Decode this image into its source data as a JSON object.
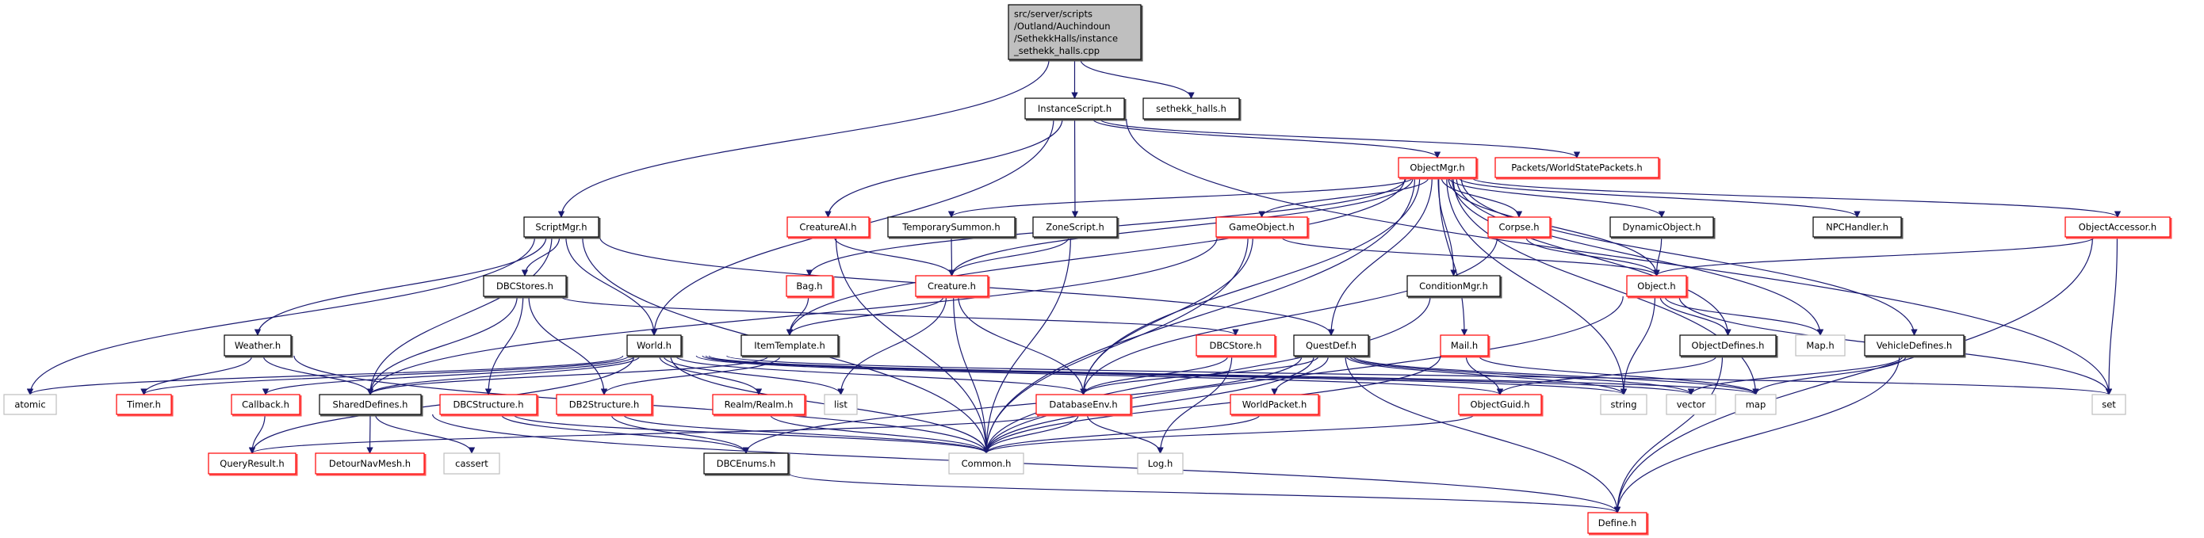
{
  "graph": {
    "colors": {
      "edge": "#191970",
      "red": "#ff0000",
      "black": "#000000",
      "gray": "#bfbfbf",
      "root_fill": "#bfbfbf"
    },
    "nodes": [
      {
        "id": "root",
        "label": [
          "src/server/scripts",
          "/Outland/Auchindoun",
          "/SethekkHalls/instance",
          "_sethekk_halls.cpp"
        ],
        "style": "root"
      },
      {
        "id": "instancescript",
        "label": "InstanceScript.h",
        "style": "black"
      },
      {
        "id": "sethekk",
        "label": "sethekk_halls.h",
        "style": "black"
      },
      {
        "id": "scriptmgr",
        "label": "ScriptMgr.h",
        "style": "black"
      },
      {
        "id": "creatureai",
        "label": "CreatureAI.h",
        "style": "red"
      },
      {
        "id": "tempsummon",
        "label": "TemporarySummon.h",
        "style": "black"
      },
      {
        "id": "zonescript",
        "label": "ZoneScript.h",
        "style": "black"
      },
      {
        "id": "objectmgr",
        "label": "ObjectMgr.h",
        "style": "red"
      },
      {
        "id": "packets",
        "label": "Packets/WorldStatePackets.h",
        "style": "red"
      },
      {
        "id": "gameobject",
        "label": "GameObject.h",
        "style": "red"
      },
      {
        "id": "corpse",
        "label": "Corpse.h",
        "style": "red"
      },
      {
        "id": "dynamicobject",
        "label": "DynamicObject.h",
        "style": "black"
      },
      {
        "id": "npchandler",
        "label": "NPCHandler.h",
        "style": "black"
      },
      {
        "id": "objectaccessor",
        "label": "ObjectAccessor.h",
        "style": "red"
      },
      {
        "id": "dbcstores",
        "label": "DBCStores.h",
        "style": "black"
      },
      {
        "id": "bag",
        "label": "Bag.h",
        "style": "red"
      },
      {
        "id": "creature",
        "label": "Creature.h",
        "style": "red"
      },
      {
        "id": "conditionmgr",
        "label": "ConditionMgr.h",
        "style": "black"
      },
      {
        "id": "object",
        "label": "Object.h",
        "style": "red"
      },
      {
        "id": "weather",
        "label": "Weather.h",
        "style": "black"
      },
      {
        "id": "world",
        "label": "World.h",
        "style": "black"
      },
      {
        "id": "itemtemplate",
        "label": "ItemTemplate.h",
        "style": "black"
      },
      {
        "id": "dbcstore",
        "label": "DBCStore.h",
        "style": "red"
      },
      {
        "id": "questdef",
        "label": "QuestDef.h",
        "style": "black"
      },
      {
        "id": "mail",
        "label": "Mail.h",
        "style": "red"
      },
      {
        "id": "objectdefines",
        "label": "ObjectDefines.h",
        "style": "black"
      },
      {
        "id": "maph",
        "label": "Map.h",
        "style": "gray"
      },
      {
        "id": "vehicledefines",
        "label": "VehicleDefines.h",
        "style": "black"
      },
      {
        "id": "atomic",
        "label": "atomic",
        "style": "gray"
      },
      {
        "id": "timer",
        "label": "Timer.h",
        "style": "red"
      },
      {
        "id": "callback",
        "label": "Callback.h",
        "style": "red"
      },
      {
        "id": "shareddefines",
        "label": "SharedDefines.h",
        "style": "black"
      },
      {
        "id": "dbcstructure",
        "label": "DBCStructure.h",
        "style": "red"
      },
      {
        "id": "db2structure",
        "label": "DB2Structure.h",
        "style": "red"
      },
      {
        "id": "realm",
        "label": "Realm/Realm.h",
        "style": "red"
      },
      {
        "id": "list",
        "label": "list",
        "style": "gray"
      },
      {
        "id": "databaseenv",
        "label": "DatabaseEnv.h",
        "style": "red"
      },
      {
        "id": "worldpacket",
        "label": "WorldPacket.h",
        "style": "red"
      },
      {
        "id": "objectguid",
        "label": "ObjectGuid.h",
        "style": "red"
      },
      {
        "id": "string",
        "label": "string",
        "style": "gray"
      },
      {
        "id": "vector",
        "label": "vector",
        "style": "gray"
      },
      {
        "id": "map",
        "label": "map",
        "style": "gray"
      },
      {
        "id": "set",
        "label": "set",
        "style": "gray"
      },
      {
        "id": "queryresult",
        "label": "QueryResult.h",
        "style": "red"
      },
      {
        "id": "detournavmesh",
        "label": "DetourNavMesh.h",
        "style": "red"
      },
      {
        "id": "cassert",
        "label": "cassert",
        "style": "gray"
      },
      {
        "id": "dbcenums",
        "label": "DBCEnums.h",
        "style": "black"
      },
      {
        "id": "common",
        "label": "Common.h",
        "style": "gray"
      },
      {
        "id": "log",
        "label": "Log.h",
        "style": "gray"
      },
      {
        "id": "define",
        "label": "Define.h",
        "style": "red"
      }
    ],
    "edges": [
      [
        "root",
        "instancescript"
      ],
      [
        "root",
        "sethekk"
      ],
      [
        "root",
        "scriptmgr"
      ],
      [
        "instancescript",
        "objectmgr"
      ],
      [
        "instancescript",
        "packets"
      ],
      [
        "instancescript",
        "set"
      ],
      [
        "instancescript",
        "world"
      ],
      [
        "instancescript",
        "creatureai"
      ],
      [
        "instancescript",
        "zonescript"
      ],
      [
        "objectmgr",
        "tempsummon"
      ],
      [
        "objectmgr",
        "itemtemplate"
      ],
      [
        "objectmgr",
        "bag"
      ],
      [
        "objectmgr",
        "creature"
      ],
      [
        "objectmgr",
        "gameobject"
      ],
      [
        "objectmgr",
        "corpse"
      ],
      [
        "objectmgr",
        "dynamicobject"
      ],
      [
        "objectmgr",
        "npchandler"
      ],
      [
        "objectmgr",
        "objectaccessor"
      ],
      [
        "objectmgr",
        "object"
      ],
      [
        "objectmgr",
        "conditionmgr"
      ],
      [
        "objectmgr",
        "questdef"
      ],
      [
        "objectmgr",
        "mail"
      ],
      [
        "objectmgr",
        "objectdefines"
      ],
      [
        "objectmgr",
        "vehicledefines"
      ],
      [
        "objectmgr",
        "maph"
      ],
      [
        "objectmgr",
        "string"
      ],
      [
        "objectmgr",
        "map"
      ],
      [
        "objectmgr",
        "databaseenv"
      ],
      [
        "objectmgr",
        "common"
      ],
      [
        "scriptmgr",
        "dbcstores"
      ],
      [
        "scriptmgr",
        "weather"
      ],
      [
        "scriptmgr",
        "world"
      ],
      [
        "scriptmgr",
        "atomic"
      ],
      [
        "scriptmgr",
        "shareddefines"
      ],
      [
        "scriptmgr",
        "questdef"
      ],
      [
        "scriptmgr",
        "common"
      ],
      [
        "creatureai",
        "creature"
      ],
      [
        "creatureai",
        "common"
      ],
      [
        "tempsummon",
        "creature"
      ],
      [
        "zonescript",
        "creature"
      ],
      [
        "zonescript",
        "common"
      ],
      [
        "gameobject",
        "object"
      ],
      [
        "gameobject",
        "shareddefines"
      ],
      [
        "gameobject",
        "databaseenv"
      ],
      [
        "gameobject",
        "common"
      ],
      [
        "corpse",
        "object"
      ],
      [
        "corpse",
        "databaseenv"
      ],
      [
        "dynamicobject",
        "object"
      ],
      [
        "objectaccessor",
        "object"
      ],
      [
        "objectaccessor",
        "set"
      ],
      [
        "objectaccessor",
        "define"
      ],
      [
        "dbcstores",
        "dbcstore"
      ],
      [
        "dbcstores",
        "shareddefines"
      ],
      [
        "dbcstores",
        "dbcstructure"
      ],
      [
        "dbcstores",
        "db2structure"
      ],
      [
        "bag",
        "itemtemplate"
      ],
      [
        "creature",
        "itemtemplate"
      ],
      [
        "creature",
        "list"
      ],
      [
        "creature",
        "common"
      ],
      [
        "creature",
        "databaseenv"
      ],
      [
        "conditionmgr",
        "common"
      ],
      [
        "object",
        "objectdefines"
      ],
      [
        "object",
        "maph"
      ],
      [
        "object",
        "string"
      ],
      [
        "object",
        "set"
      ],
      [
        "object",
        "common"
      ],
      [
        "weather",
        "timer"
      ],
      [
        "weather",
        "shareddefines"
      ],
      [
        "weather",
        "common"
      ],
      [
        "world",
        "timer"
      ],
      [
        "world",
        "atomic"
      ],
      [
        "world",
        "callback"
      ],
      [
        "world",
        "shareddefines"
      ],
      [
        "world",
        "queryresult"
      ],
      [
        "world",
        "realm"
      ],
      [
        "world",
        "list"
      ],
      [
        "world",
        "common"
      ],
      [
        "world",
        "databaseenv"
      ],
      [
        "world",
        "map"
      ],
      [
        "world",
        "set"
      ],
      [
        "world",
        "objectguid"
      ],
      [
        "world",
        "string"
      ],
      [
        "world",
        "vector"
      ],
      [
        "itemtemplate",
        "shareddefines"
      ],
      [
        "itemtemplate",
        "db2structure"
      ],
      [
        "dbcstore",
        "databaseenv"
      ],
      [
        "dbcstore",
        "log"
      ],
      [
        "questdef",
        "databaseenv"
      ],
      [
        "questdef",
        "worldpacket"
      ],
      [
        "questdef",
        "string"
      ],
      [
        "questdef",
        "vector"
      ],
      [
        "questdef",
        "map"
      ],
      [
        "questdef",
        "define"
      ],
      [
        "questdef",
        "common"
      ],
      [
        "questdef",
        "dbcenums"
      ],
      [
        "mail",
        "objectguid"
      ],
      [
        "mail",
        "map"
      ],
      [
        "mail",
        "common"
      ],
      [
        "objectdefines",
        "objectguid"
      ],
      [
        "objectdefines",
        "define"
      ],
      [
        "vehicledefines",
        "map"
      ],
      [
        "vehicledefines",
        "vector"
      ],
      [
        "vehicledefines",
        "define"
      ],
      [
        "callback",
        "queryresult"
      ],
      [
        "shareddefines",
        "detournavmesh"
      ],
      [
        "shareddefines",
        "cassert"
      ],
      [
        "shareddefines",
        "define"
      ],
      [
        "dbcstructure",
        "dbcenums"
      ],
      [
        "dbcstructure",
        "common"
      ],
      [
        "db2structure",
        "dbcenums"
      ],
      [
        "db2structure",
        "common"
      ],
      [
        "realm",
        "common"
      ],
      [
        "databaseenv",
        "log"
      ],
      [
        "databaseenv",
        "common"
      ],
      [
        "databaseenv",
        "queryresult"
      ],
      [
        "worldpacket",
        "common"
      ],
      [
        "objectguid",
        "common"
      ],
      [
        "dbcenums",
        "define"
      ]
    ]
  }
}
